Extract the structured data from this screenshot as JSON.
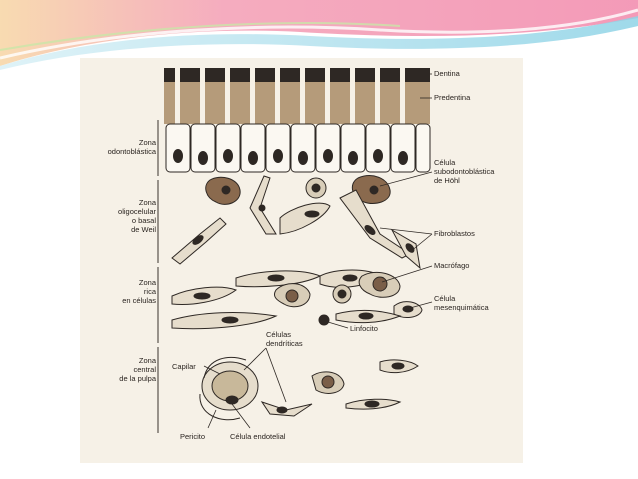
{
  "slide": {
    "accent_colors": [
      "#f4a3b8",
      "#f7cf9a",
      "#8ed3e6",
      "#c9e6a8"
    ]
  },
  "figure": {
    "zones": [
      {
        "line1": "Zona",
        "line2": "odontoblástica",
        "line3": ""
      },
      {
        "line1": "Zona",
        "line2": "oligocelular",
        "line3": "o basal",
        "line4": "de Weil"
      },
      {
        "line1": "Zona",
        "line2": "rica",
        "line3": "en células"
      },
      {
        "line1": "Zona",
        "line2": "central",
        "line3": "de la pulpa"
      }
    ],
    "labels": {
      "dentina": "Dentina",
      "predentina": "Predentina",
      "celula_hohl_1": "Célula",
      "celula_hohl_2": "subodontoblástica",
      "celula_hohl_3": "de Höhl",
      "fibroblastos": "Fibroblastos",
      "macrofago": "Macrófago",
      "mesenquimatica_1": "Célula",
      "mesenquimatica_2": "mesenquimática",
      "linfocito": "Linfocito",
      "dendriticas_1": "Células",
      "dendriticas_2": "dendríticas",
      "capilar": "Capilar",
      "pericito": "Pericito",
      "endotelial": "Célula endotelial"
    }
  }
}
